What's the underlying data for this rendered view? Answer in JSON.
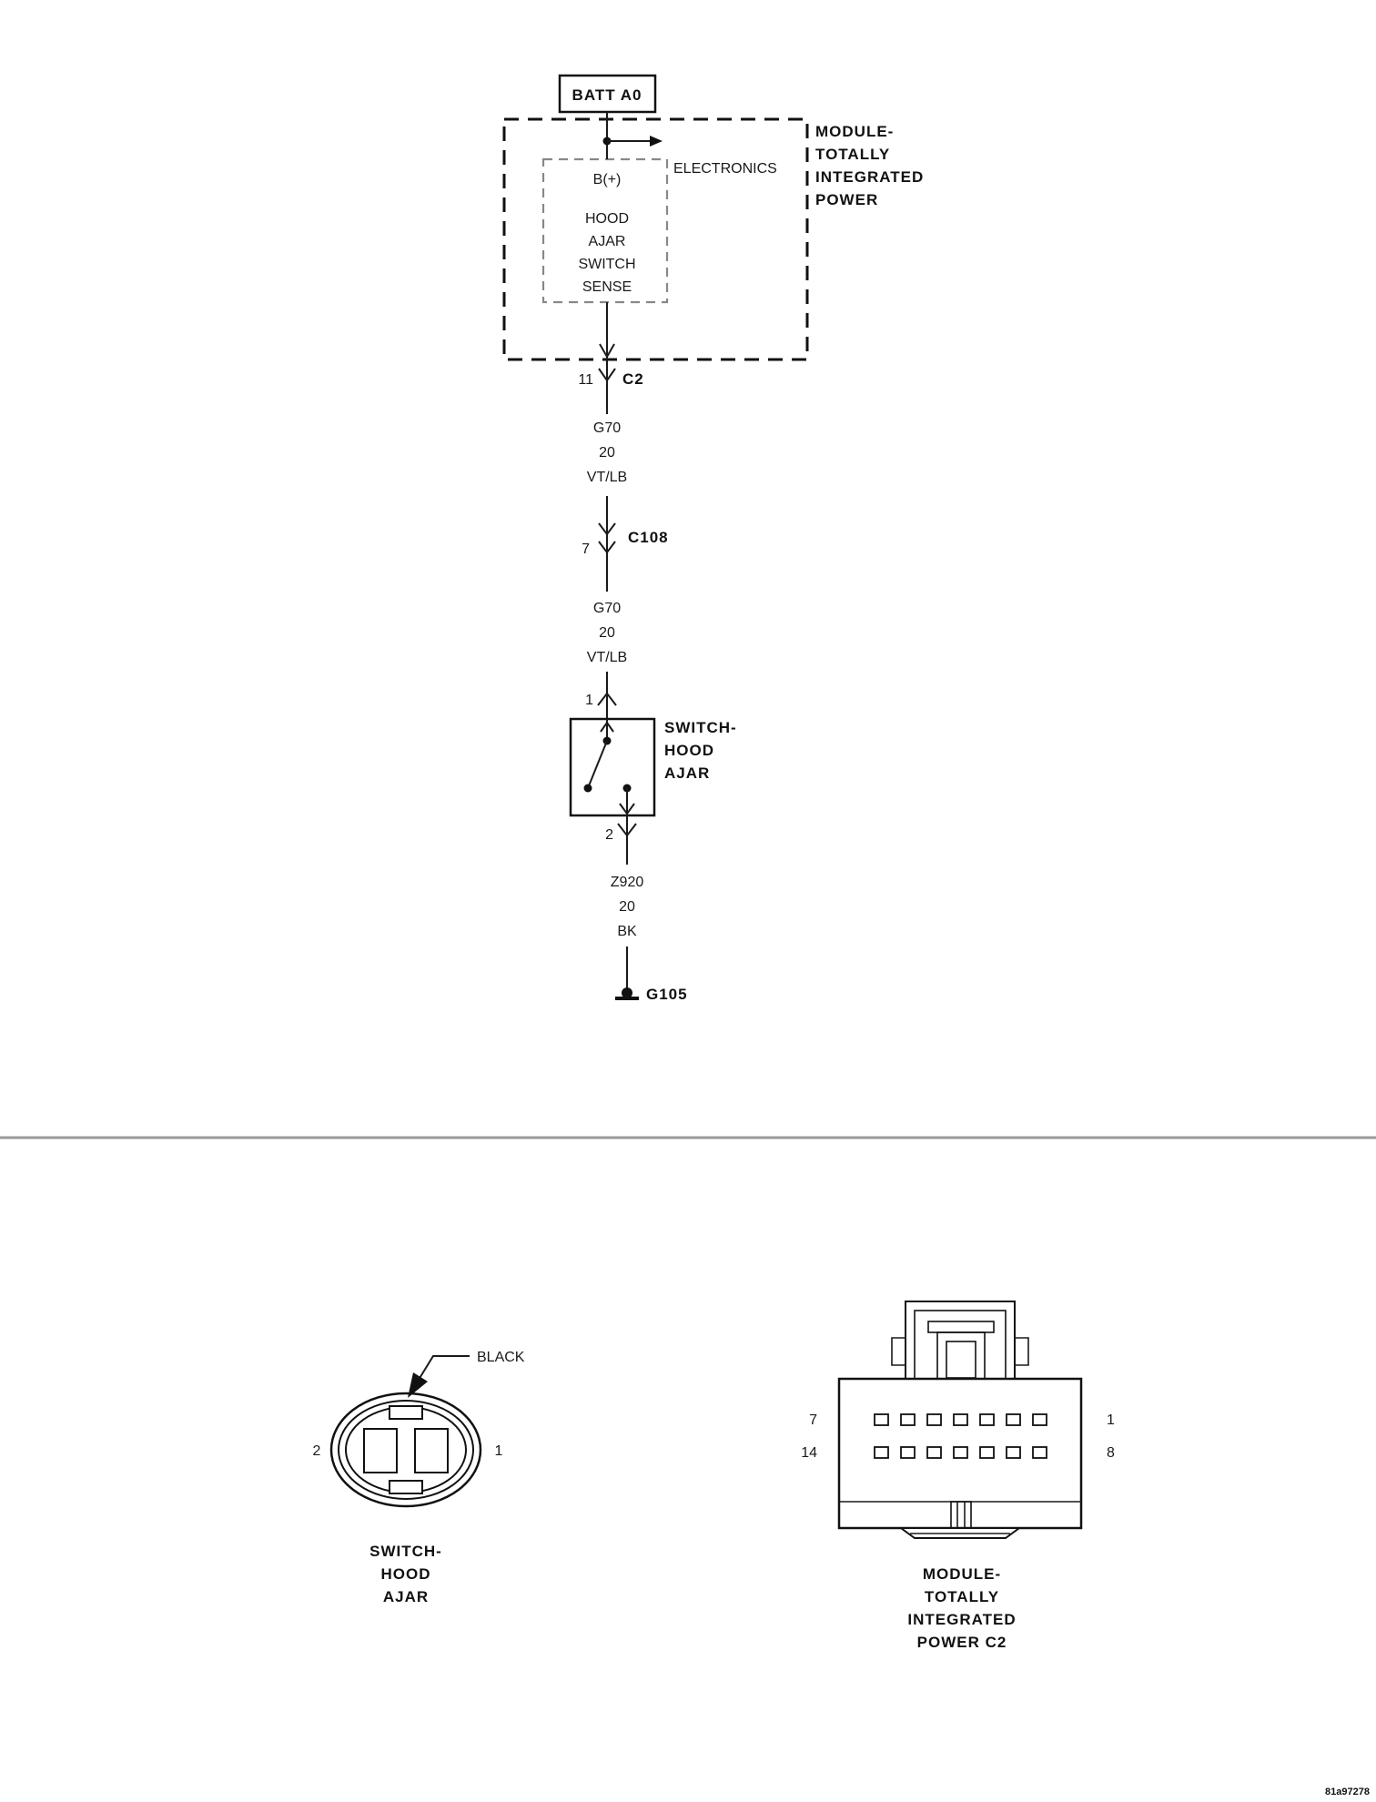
{
  "schematic": {
    "battery_label": "BATT A0",
    "module_label": [
      "MODULE-",
      "TOTALLY",
      "INTEGRATED",
      "POWER"
    ],
    "electronics_label": "ELECTRONICS",
    "bplus_label": "B(+)",
    "sense_label": [
      "HOOD",
      "AJAR",
      "SWITCH",
      "SENSE"
    ],
    "connector_c2": {
      "pin": "11",
      "name": "C2"
    },
    "wire_upper": [
      "G70",
      "20",
      "VT/LB"
    ],
    "connector_c108": {
      "pin": "7",
      "name": "C108"
    },
    "wire_middle": [
      "G70",
      "20",
      "VT/LB"
    ],
    "switch_pin_top": "1",
    "switch_label": [
      "SWITCH-",
      "HOOD",
      "AJAR"
    ],
    "switch_pin_bottom": "2",
    "wire_lower": [
      "Z920",
      "20",
      "BK"
    ],
    "ground_label": "G105"
  },
  "connector_views": {
    "switch": {
      "color_label": "BLACK",
      "pin_left": "2",
      "pin_right": "1",
      "caption": [
        "SWITCH-",
        "HOOD",
        "AJAR"
      ]
    },
    "module": {
      "pin_top_left": "7",
      "pin_top_right": "1",
      "pin_bottom_left": "14",
      "pin_bottom_right": "8",
      "caption": [
        "MODULE-",
        "TOTALLY",
        "INTEGRATED",
        "POWER C2"
      ]
    }
  },
  "figure_id": "81a97278"
}
